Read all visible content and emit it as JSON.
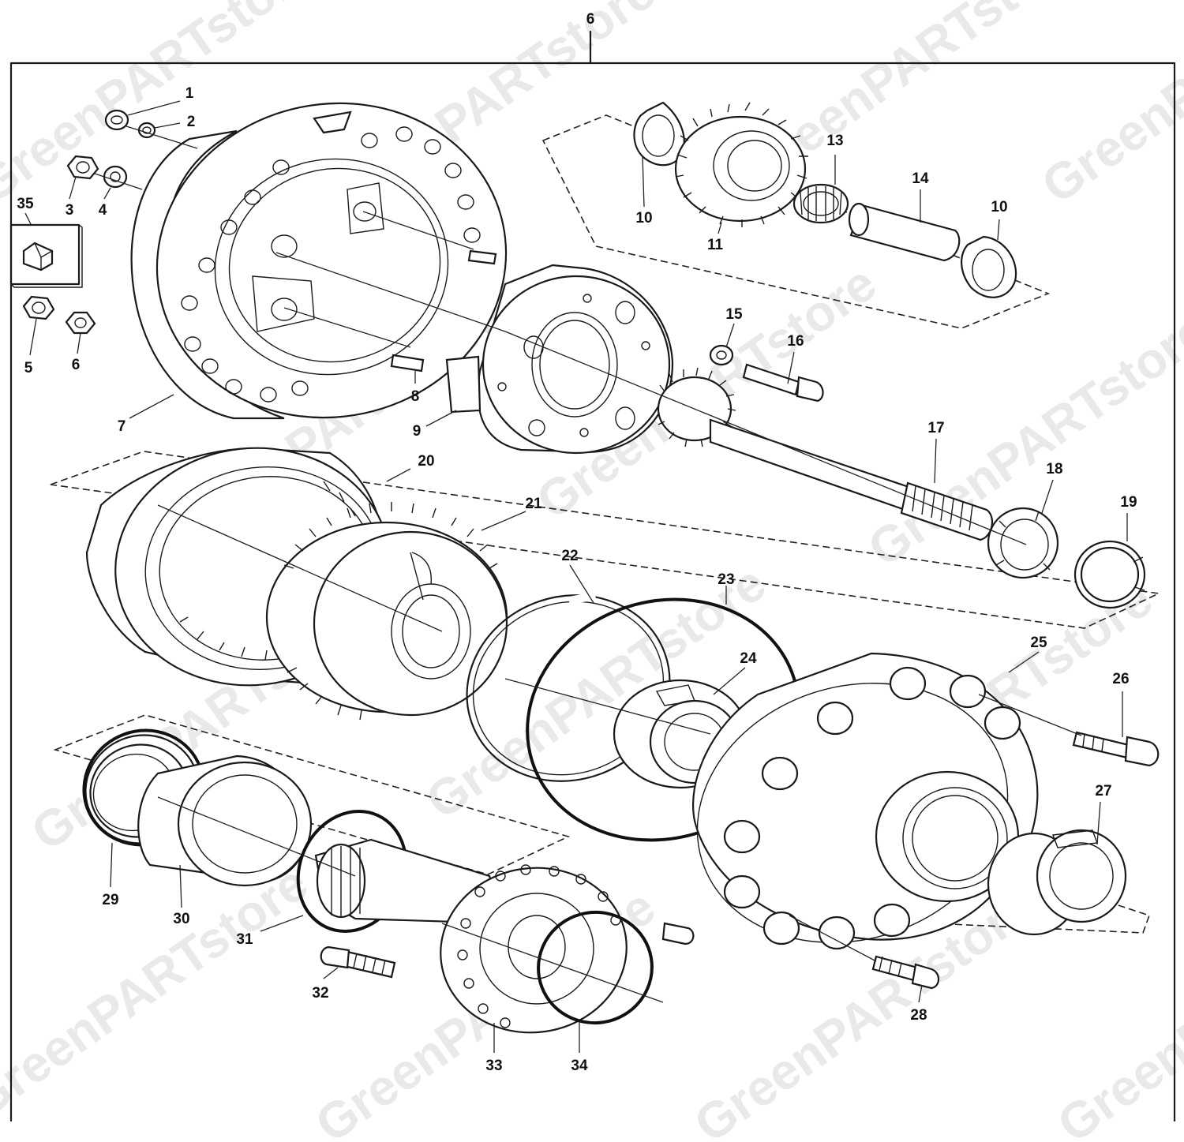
{
  "top_label": "6",
  "watermark": "GreenPARTstore",
  "callouts": [
    {
      "id": "c1",
      "text": "1"
    },
    {
      "id": "c2",
      "text": "2"
    },
    {
      "id": "c3",
      "text": "3"
    },
    {
      "id": "c4",
      "text": "4"
    },
    {
      "id": "c5",
      "text": "5"
    },
    {
      "id": "c6",
      "text": "6"
    },
    {
      "id": "c7",
      "text": "7"
    },
    {
      "id": "c8",
      "text": "8"
    },
    {
      "id": "c9",
      "text": "9"
    },
    {
      "id": "c10a",
      "text": "10"
    },
    {
      "id": "c10b",
      "text": "10"
    },
    {
      "id": "c11",
      "text": "11"
    },
    {
      "id": "c13",
      "text": "13"
    },
    {
      "id": "c14",
      "text": "14"
    },
    {
      "id": "c15",
      "text": "15"
    },
    {
      "id": "c16",
      "text": "16"
    },
    {
      "id": "c17",
      "text": "17"
    },
    {
      "id": "c18",
      "text": "18"
    },
    {
      "id": "c19",
      "text": "19"
    },
    {
      "id": "c20",
      "text": "20"
    },
    {
      "id": "c21",
      "text": "21"
    },
    {
      "id": "c22",
      "text": "22"
    },
    {
      "id": "c23",
      "text": "23"
    },
    {
      "id": "c24",
      "text": "24"
    },
    {
      "id": "c25",
      "text": "25"
    },
    {
      "id": "c26",
      "text": "26"
    },
    {
      "id": "c27",
      "text": "27"
    },
    {
      "id": "c28",
      "text": "28"
    },
    {
      "id": "c29",
      "text": "29"
    },
    {
      "id": "c30",
      "text": "30"
    },
    {
      "id": "c31",
      "text": "31"
    },
    {
      "id": "c32",
      "text": "32"
    },
    {
      "id": "c33",
      "text": "33"
    },
    {
      "id": "c34",
      "text": "34"
    },
    {
      "id": "c35",
      "text": "35"
    }
  ]
}
